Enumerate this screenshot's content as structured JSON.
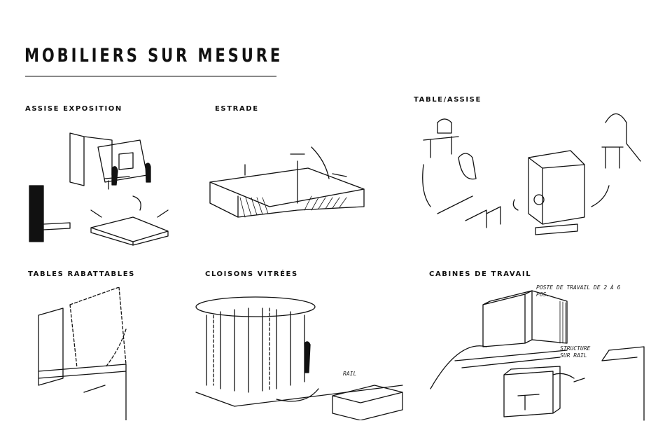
{
  "header": {
    "title": "MOBILIERS SUR MESURE"
  },
  "sections": [
    {
      "label": "ASSISE EXPOSITION"
    },
    {
      "label": "ESTRADE"
    },
    {
      "label": "TABLE/ASSISE"
    },
    {
      "label": "TABLES RABATTABLES"
    },
    {
      "label": "CLOISONS VITRÉES"
    },
    {
      "label": "CABINES DE TRAVAIL"
    }
  ],
  "annotations": {
    "rail": "RAIL",
    "poste": "POSTE DE TRAVAIL DE 2 À 6 POS.",
    "structure": "STRUCTURE SUR RAIL"
  }
}
